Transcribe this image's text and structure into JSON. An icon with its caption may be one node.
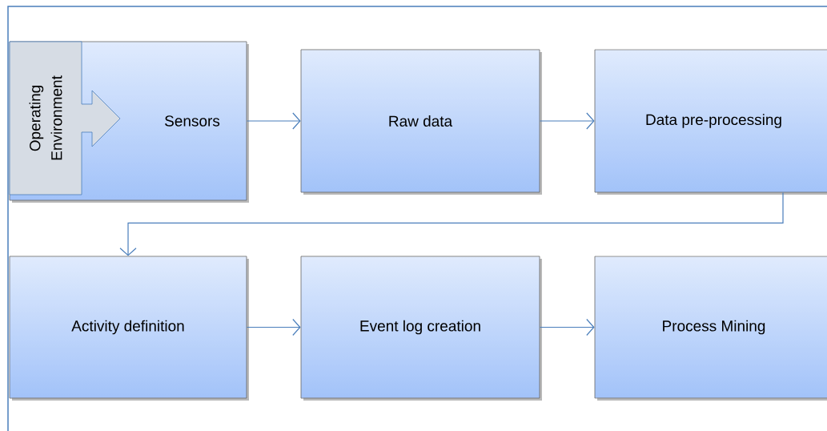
{
  "diagram": {
    "nodes": [
      {
        "text": [
          "Sensors"
        ]
      },
      {
        "text": [
          "Operating Environment"
        ],
        "in": 0
      },
      {
        "text": [
          "Raw data"
        ]
      },
      {
        "text": [
          "Data pre-processing"
        ]
      },
      {
        "text": [
          "Activity definition"
        ]
      },
      {
        "text": [
          "Event log creation"
        ]
      },
      {
        "text": [
          "Process Mining"
        ]
      }
    ],
    "edges": [
      {
        "from": 0,
        "to": 2,
        "arrow": "to"
      },
      {
        "from": 2,
        "to": 3,
        "arrow": "to"
      },
      {
        "from": 3,
        "to": 4,
        "arrow": "to"
      },
      {
        "from": 4,
        "to": 5,
        "arrow": "to"
      },
      {
        "from": 5,
        "to": 6,
        "arrow": "to"
      }
    ]
  }
}
